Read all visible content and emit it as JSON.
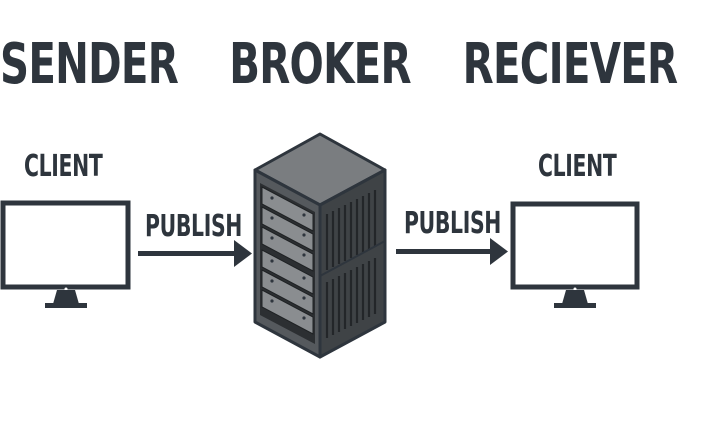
{
  "headings": {
    "sender": "SENDER",
    "broker": "BROKER",
    "receiver": "RECIEVER"
  },
  "labels": {
    "client_left": "CLIENT",
    "client_right": "CLIENT",
    "publish_left": "PUBLISH",
    "publish_right": "PUBLISH"
  },
  "icons": {
    "sender_client": "monitor-icon",
    "broker": "server-rack-icon",
    "receiver_client": "monitor-icon",
    "arrows": "arrow-right-icon"
  },
  "colors": {
    "ink": "#2e353d",
    "server_light": "#7a7d80",
    "server_mid": "#55595d",
    "server_dark": "#3a3d40"
  }
}
